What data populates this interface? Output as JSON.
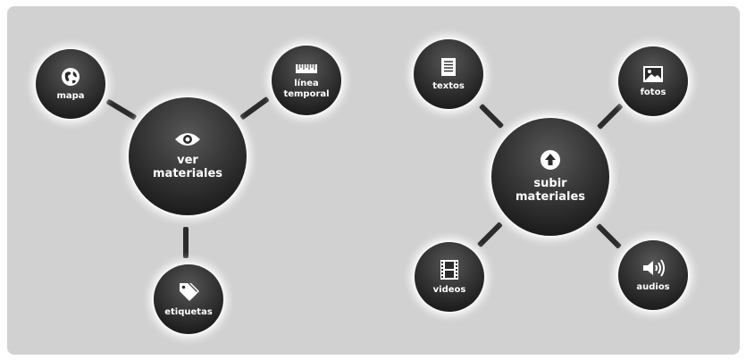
{
  "nodes": {
    "mapa": "mapa",
    "linea_temporal_line1": "línea",
    "linea_temporal_line2": "temporal",
    "ver_materiales_line1": "ver",
    "ver_materiales_line2": "materiales",
    "etiquetas": "etiquetas",
    "textos": "textos",
    "fotos": "fotos",
    "subir_materiales_line1": "subir",
    "subir_materiales_line2": "materiales",
    "videos": "videos",
    "audios": "audios"
  },
  "icons": {
    "mapa": "globe-icon",
    "linea_temporal": "ruler-icon",
    "ver_materiales": "eye-icon",
    "etiquetas": "tags-icon",
    "textos": "document-icon",
    "fotos": "image-icon",
    "subir_materiales": "upload-arrow-icon",
    "videos": "film-icon",
    "audios": "speaker-icon"
  },
  "colors": {
    "panel": "#d1d1d1",
    "node": "#1f1f1f",
    "connector": "#2b2b2b",
    "text": "#ffffff"
  }
}
